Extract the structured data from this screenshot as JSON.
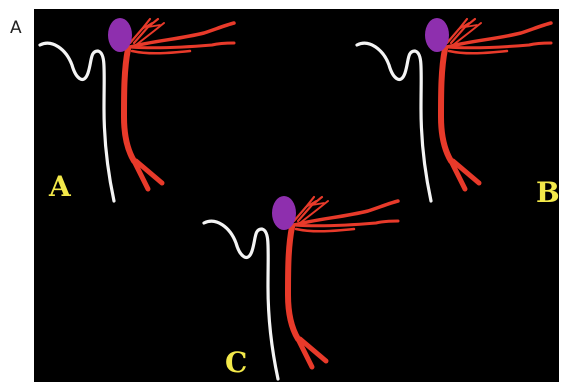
{
  "figure": {
    "panel_letter": "A",
    "background_color": "#000000",
    "colors": {
      "label": "#f3e94a",
      "white_vessel": "#f4f4f4",
      "red_vessel": "#e83a2a",
      "purple_oval": "#8e2fae"
    },
    "diagrams": [
      {
        "id": "A",
        "label": "A"
      },
      {
        "id": "B",
        "label": "B"
      },
      {
        "id": "C",
        "label": "C"
      }
    ]
  }
}
